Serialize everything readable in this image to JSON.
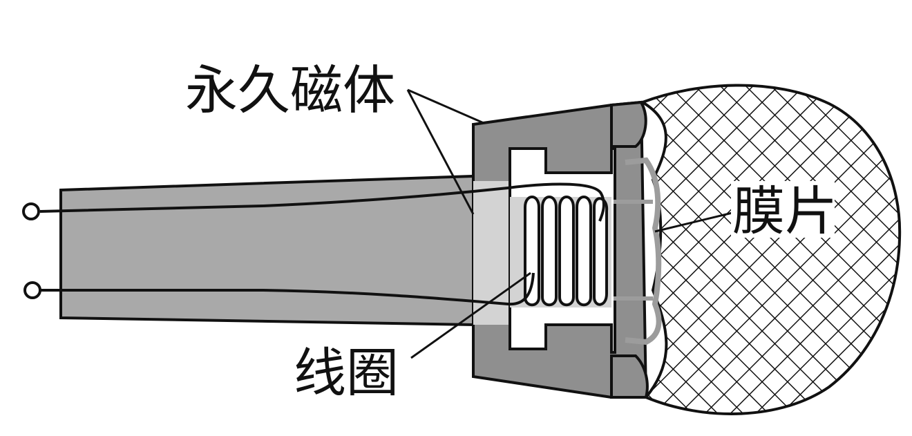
{
  "labels": {
    "magnet": "永久磁体",
    "diaphragm": "膜片",
    "coil": "线圈"
  },
  "colors": {
    "outline": "#111111",
    "handle": "#a9a9a9",
    "magnet": "#8f8f8f",
    "light_fill": "#d3d3d3",
    "diaphragm": "#9c9c9c",
    "grille_bg": "#ffffff"
  },
  "icons": {
    "terminal": "terminal-circle-icon"
  }
}
